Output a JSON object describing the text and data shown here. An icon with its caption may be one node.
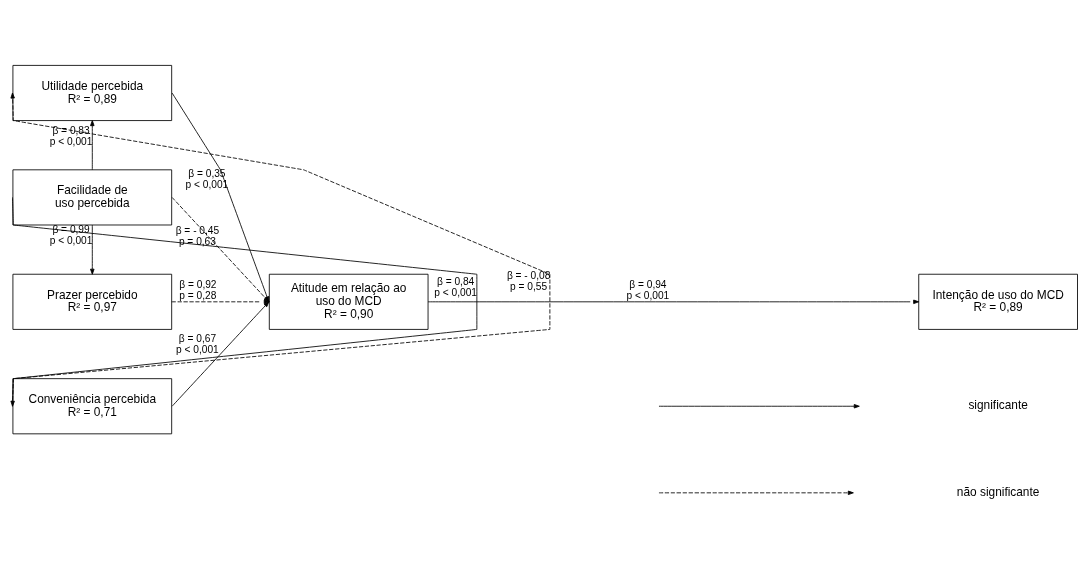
{
  "diagram": {
    "nodes": [
      {
        "text": [
          "Utilidade percebida",
          "R² = 0,89"
        ]
      },
      {
        "text": [
          "Facilidade de uso percebida"
        ]
      },
      {
        "text": [
          "Prazer percebido",
          "R² = 0,97"
        ]
      },
      {
        "text": [
          "Conveniência percebida",
          "R² = 0,71"
        ]
      },
      {
        "text": [
          "Atitude em relação ao uso do MCD",
          "R² = 0,90"
        ]
      },
      {
        "text": [
          "Intenção de uso do MCD",
          "R² = 0,89"
        ]
      }
    ],
    "edges": [
      {
        "from": 3,
        "to": 0,
        "arrow": "to",
        "style": "dashed",
        "label": "β = - 0,08 p = 0,55"
      },
      {
        "from": 1,
        "to": 0,
        "arrow": "to",
        "label": "β = 0,83 p < 0,001"
      },
      {
        "from": 0,
        "to": 4,
        "arrow": "to",
        "label": "β = 0,35 p < 0,001"
      },
      {
        "from": 1,
        "to": 4,
        "arrow": "to",
        "style": "dashed",
        "label": "β = - 0,45 p = 0,63"
      },
      {
        "from": 1,
        "to": 2,
        "arrow": "to",
        "label": "β = 0,99 p < 0,001"
      },
      {
        "from": 2,
        "to": 4,
        "arrow": "to",
        "style": "dashed",
        "label": "β = 0,92 p = 0,28"
      },
      {
        "from": 3,
        "to": 4,
        "arrow": "to",
        "label": "β = 0,67 p < 0,001"
      },
      {
        "from": 1,
        "to": 3,
        "arrow": "to",
        "label": "β = 0,84 p < 0,001"
      },
      {
        "from": 4,
        "to": 5,
        "arrow": "to",
        "label": "β = 0,94 p < 0,001"
      }
    ],
    "legend": [
      {
        "text": "significante"
      },
      {
        "text": "não significante"
      }
    ]
  }
}
